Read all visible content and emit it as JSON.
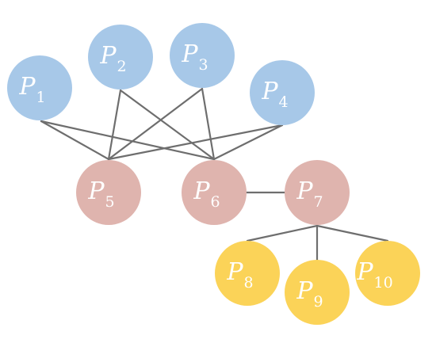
{
  "colors": {
    "top": "#a7c8e8",
    "middle": "#dfb4ae",
    "bottom": "#fbd358",
    "edge": "#6e6e6e",
    "label": "#ffffff"
  },
  "nodes": [
    {
      "id": "P1",
      "letter": "P",
      "sub": "1",
      "group": "top"
    },
    {
      "id": "P2",
      "letter": "P",
      "sub": "2",
      "group": "top"
    },
    {
      "id": "P3",
      "letter": "P",
      "sub": "3",
      "group": "top"
    },
    {
      "id": "P4",
      "letter": "P",
      "sub": "4",
      "group": "top"
    },
    {
      "id": "P5",
      "letter": "P",
      "sub": "5",
      "group": "middle"
    },
    {
      "id": "P6",
      "letter": "P",
      "sub": "6",
      "group": "middle"
    },
    {
      "id": "P7",
      "letter": "P",
      "sub": "7",
      "group": "middle"
    },
    {
      "id": "P8",
      "letter": "P",
      "sub": "8",
      "group": "bottom"
    },
    {
      "id": "P9",
      "letter": "P",
      "sub": "9",
      "group": "bottom"
    },
    {
      "id": "P10",
      "letter": "P",
      "sub": "10",
      "group": "bottom"
    }
  ],
  "edges": [
    [
      "P1",
      "P5"
    ],
    [
      "P1",
      "P6"
    ],
    [
      "P2",
      "P5"
    ],
    [
      "P2",
      "P6"
    ],
    [
      "P3",
      "P5"
    ],
    [
      "P3",
      "P6"
    ],
    [
      "P4",
      "P5"
    ],
    [
      "P4",
      "P6"
    ],
    [
      "P6",
      "P7"
    ],
    [
      "P7",
      "P8"
    ],
    [
      "P7",
      "P9"
    ],
    [
      "P7",
      "P10"
    ]
  ]
}
